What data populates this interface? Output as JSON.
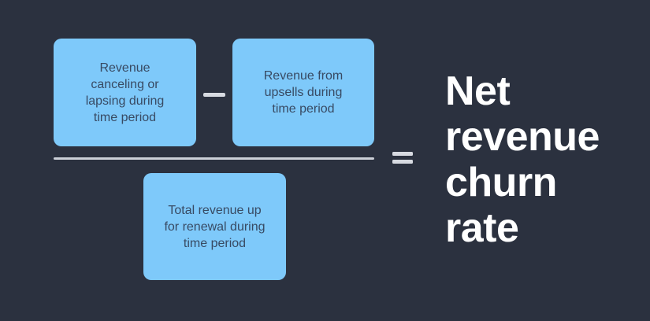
{
  "colors": {
    "background": "#2b313f",
    "box_fill": "#7ec9fa",
    "box_text": "#384a63",
    "operator_gray": "#d7dae1",
    "divider_gray": "#ccd0d8",
    "result_text": "#ffffff"
  },
  "formula": {
    "numerator_left": {
      "text": "Revenue canceling or lapsing during time period",
      "lines": [
        "Revenue",
        "canceling or",
        "lapsing during",
        "time period"
      ]
    },
    "minus_operator": {
      "icon": "minus-icon",
      "glyph": "−"
    },
    "numerator_right": {
      "text": "Revenue from upsells during time period",
      "lines": [
        "Revenue from",
        "upsells during",
        "time period"
      ]
    },
    "denominator": {
      "text": "Total revenue up for renewal during time period",
      "lines": [
        "Total revenue up",
        "for renewal during",
        "time period"
      ]
    },
    "equals_operator": {
      "icon": "equals-icon",
      "glyph": "="
    },
    "result": {
      "text": "Net revenue churn rate",
      "lines": [
        "Net",
        "revenue",
        "churn",
        "rate"
      ]
    }
  }
}
